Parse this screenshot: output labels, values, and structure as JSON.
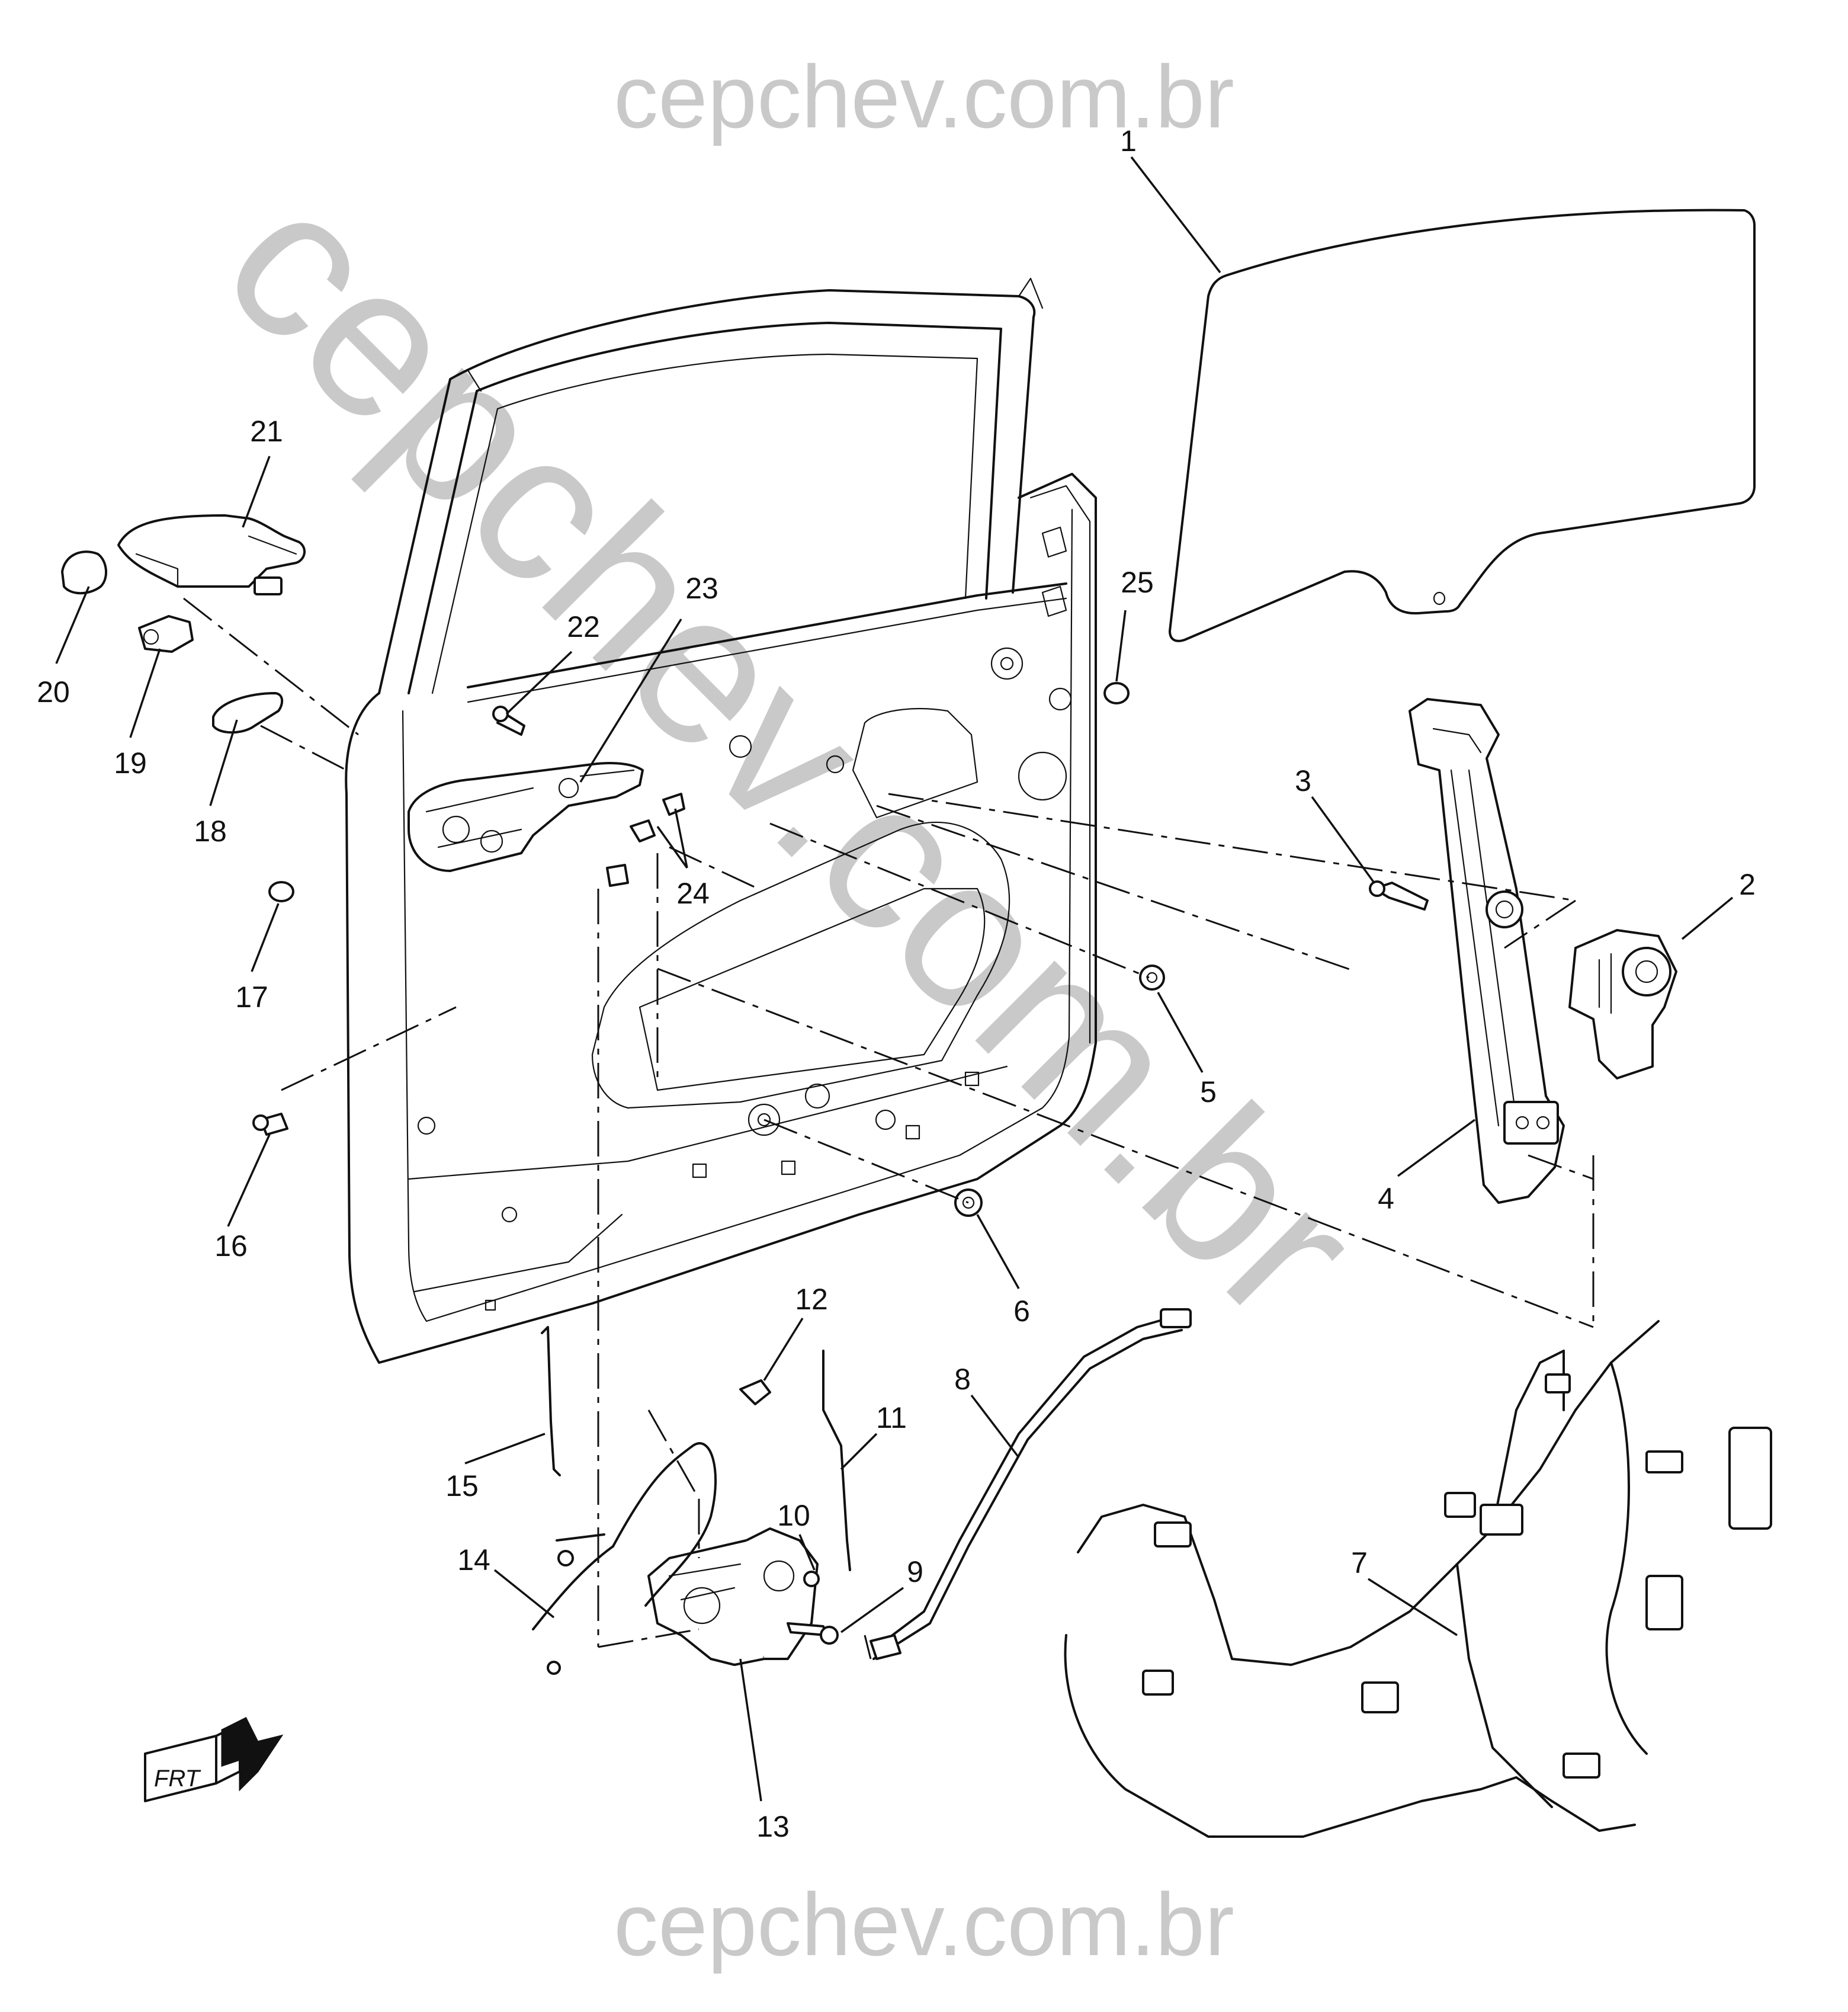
{
  "watermark": {
    "top_text": "cepchev.com.br",
    "bottom_text": "cepchev.com.br",
    "diagonal_text": "cepchev.com.br",
    "color": "#c9c9c9"
  },
  "orientation_badge": {
    "label": "FRT",
    "icon": "front-arrow-icon"
  },
  "callouts": [
    {
      "n": "1"
    },
    {
      "n": "2"
    },
    {
      "n": "3"
    },
    {
      "n": "4"
    },
    {
      "n": "5"
    },
    {
      "n": "6"
    },
    {
      "n": "7"
    },
    {
      "n": "8"
    },
    {
      "n": "9"
    },
    {
      "n": "10"
    },
    {
      "n": "11"
    },
    {
      "n": "12"
    },
    {
      "n": "13"
    },
    {
      "n": "14"
    },
    {
      "n": "15"
    },
    {
      "n": "16"
    },
    {
      "n": "17"
    },
    {
      "n": "18"
    },
    {
      "n": "19"
    },
    {
      "n": "20"
    },
    {
      "n": "21"
    },
    {
      "n": "22"
    },
    {
      "n": "23"
    },
    {
      "n": "24"
    },
    {
      "n": "25"
    }
  ]
}
